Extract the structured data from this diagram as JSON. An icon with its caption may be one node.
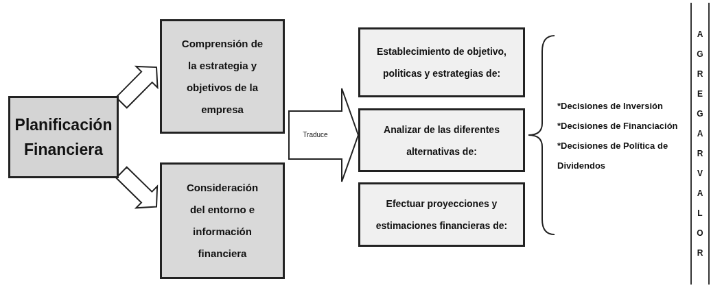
{
  "diagram": {
    "nodes": [
      {
        "text": [
          "Planificación Financiera"
        ]
      },
      {
        "text": [
          "Comprensión de la estrategia y objetivos de la empresa"
        ]
      },
      {
        "text": [
          "Consideración del entorno e información financiera"
        ]
      },
      {
        "text": [
          "Establecimiento de objetivo, politicas y estrategias de:"
        ]
      },
      {
        "text": [
          "Analizar de las diferentes alternativas de:"
        ]
      },
      {
        "text": [
          "Efectuar proyecciones y estimaciones financieras de:"
        ]
      },
      {
        "text": [
          "AGREGAR VALOR"
        ]
      }
    ],
    "edges": [
      {
        "from": 0,
        "to": 1,
        "arrow": "to"
      },
      {
        "from": 0,
        "to": 2,
        "arrow": "to"
      },
      {
        "from": null,
        "to": 4,
        "arrow": "to",
        "label": "Traduce"
      }
    ],
    "labels": [
      "*Decisiones de Inversión",
      "*Decisiones de Financiación",
      "*Decisiones de Política de Dividendos"
    ]
  }
}
